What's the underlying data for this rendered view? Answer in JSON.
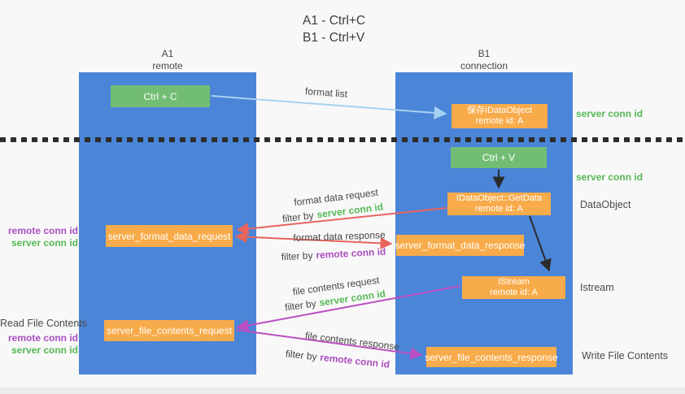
{
  "title": {
    "line1": "A1 - Ctrl+C",
    "line2": "B1 - Ctrl+V"
  },
  "lanes": {
    "left": {
      "name": "A1",
      "role": "remote"
    },
    "right": {
      "name": "B1",
      "role": "connection"
    }
  },
  "nodes": {
    "ctrl_c": "Ctrl + C",
    "ctrl_v": "Ctrl + V",
    "save_idataobject": {
      "line1": "保存IDataObject",
      "line2": "remote id: A"
    },
    "idataobject_getdata": {
      "line1": "IDataObject::GetData",
      "line2": "remote id: A"
    },
    "istream": {
      "line1": "IStream",
      "line2": "remote id: A"
    },
    "server_format_data_request": "server_format_data_request",
    "server_format_data_response": "server_format_data_response",
    "server_file_contents_request": "server_file_contents_request",
    "server_file_contents_response": "server_file_contents_response"
  },
  "flow_labels": {
    "format_list": "format list",
    "format_data_request": "format data request",
    "format_data_response": "format data response",
    "file_contents_request": "file contents request",
    "file_contents_response": "file contents response",
    "filter_by": "filter by"
  },
  "shared": {
    "server_conn_id": "server conn id",
    "remote_conn_id": "remote conn id"
  },
  "side_labels": {
    "dataobject": "DataObject",
    "istream": "Istream",
    "read_file_contents": "Read File Contents",
    "write_file_contents": "Write File Contents"
  },
  "colors": {
    "lane_blue": "#4b85d8",
    "node_green": "#72bd74",
    "node_orange": "#f8ab4a",
    "conn_green": "#56b956",
    "conn_purple": "#ab4ec0",
    "arrow_red": "#e8645c",
    "arrow_magenta": "#bb4ec2",
    "arrow_blue": "#a6d2f2",
    "arrow_black": "#2a2a2a",
    "divider_black": "#2d2d2d"
  }
}
